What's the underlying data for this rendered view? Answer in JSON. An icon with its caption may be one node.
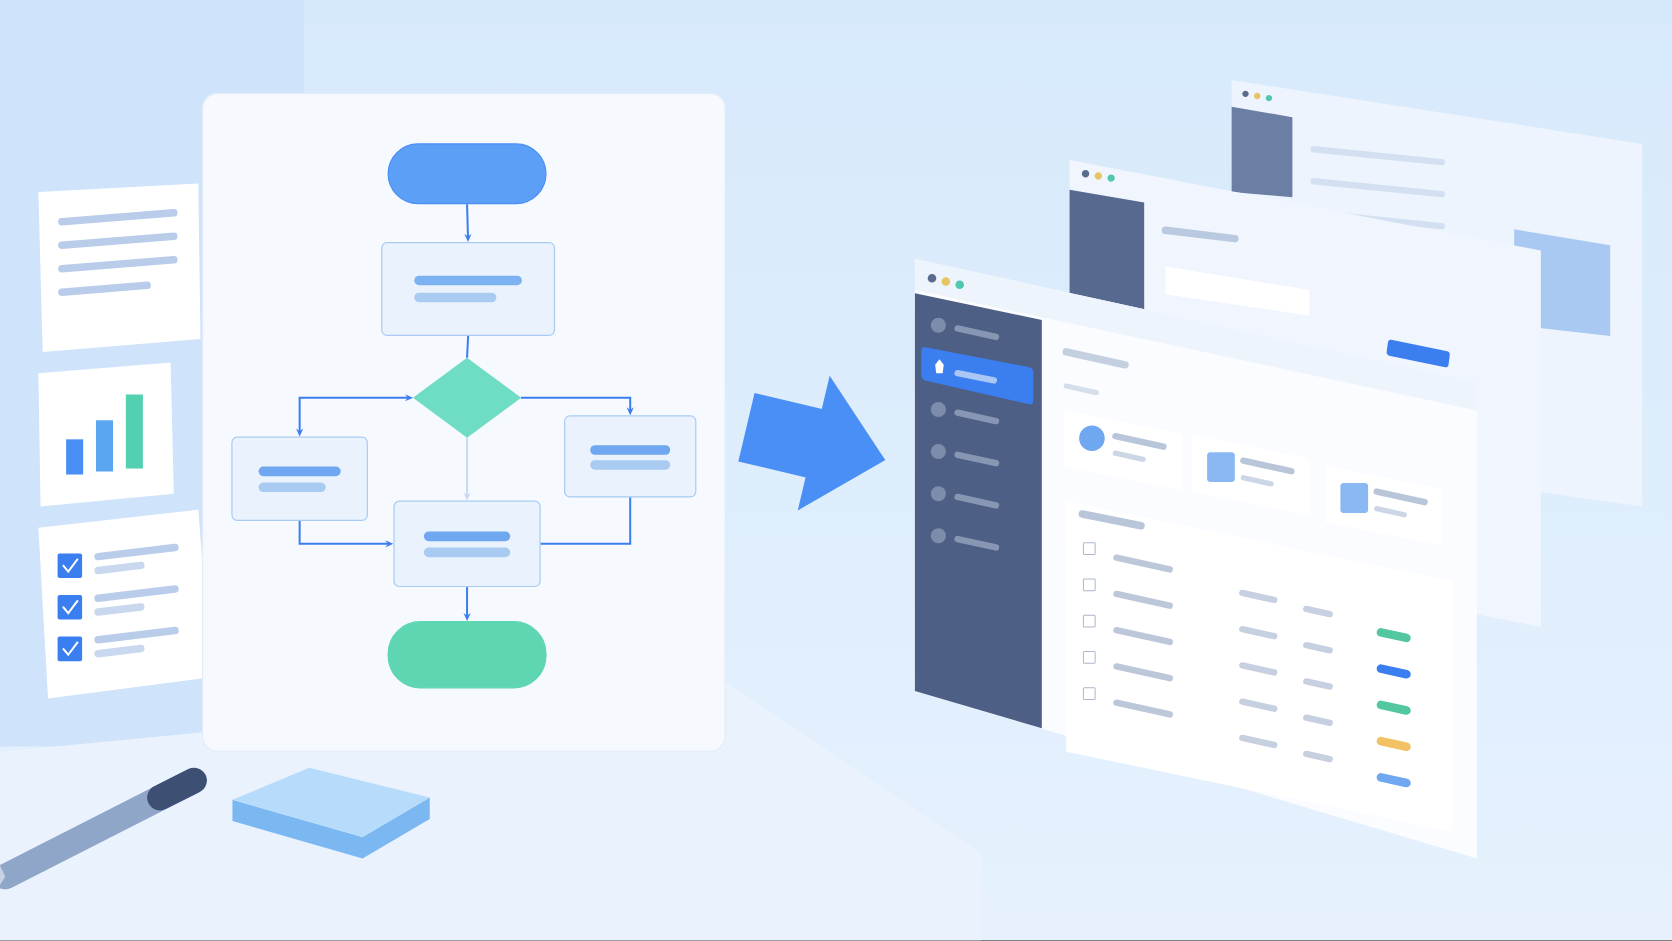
{
  "diagram": {
    "nodes": [
      {
        "text": [],
        "shape": "box"
      },
      {
        "text": [],
        "shape": "box",
        "in": 0
      },
      {
        "text": [],
        "shape": "box",
        "in": 0
      },
      {
        "text": [],
        "shape": "diamond",
        "in": 0
      },
      {
        "text": [],
        "shape": "box",
        "in": 0
      },
      {
        "text": [],
        "shape": "box",
        "in": 0
      },
      {
        "text": [],
        "shape": "box",
        "in": 0
      },
      {
        "text": [],
        "shape": "box",
        "in": 0
      },
      {
        "text": [],
        "shape": "picture"
      }
    ],
    "edges": [
      {
        "from": 0,
        "to": 8,
        "arrow": "to",
        "style": "thick",
        "color": "#4a8ff5"
      },
      {
        "from": 1,
        "to": 2,
        "arrow": "to"
      },
      {
        "from": 2,
        "to": 3,
        "arrow": "none"
      },
      {
        "from": 3,
        "to": 4,
        "arrow": "both"
      },
      {
        "from": 3,
        "to": 5,
        "arrow": "to"
      },
      {
        "from": 3,
        "to": 6,
        "arrow": "to",
        "color": "#c9daf0"
      },
      {
        "from": 4,
        "to": 6,
        "arrow": "to"
      },
      {
        "from": 5,
        "to": 6,
        "arrow": "none"
      },
      {
        "from": 6,
        "to": 7,
        "arrow": "to"
      }
    ]
  }
}
